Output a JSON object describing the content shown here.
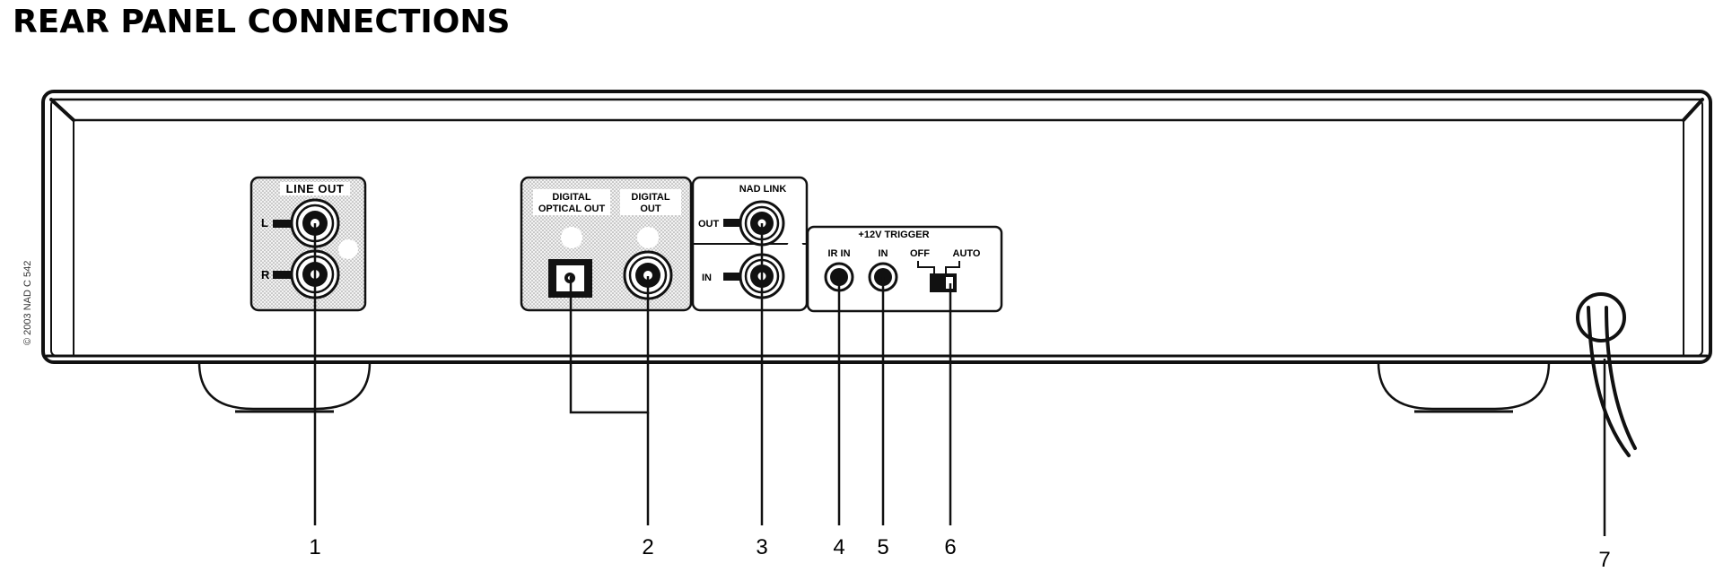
{
  "title": "REAR PANEL CONNECTIONS",
  "copyright": "© 2003 NAD C 542",
  "panels": {
    "line_out": {
      "label": "LINE OUT",
      "left": "L",
      "right": "R"
    },
    "digital": {
      "optical_label_1": "DIGITAL",
      "optical_label_2": "OPTICAL OUT",
      "coax_label_1": "DIGITAL",
      "coax_label_2": "OUT"
    },
    "nad_link": {
      "label": "NAD LINK",
      "out": "OUT",
      "in": "IN"
    },
    "trigger": {
      "label": "+12V TRIGGER",
      "ir_in": "IR IN",
      "in": "IN",
      "off": "OFF",
      "auto": "AUTO"
    }
  },
  "callouts": [
    "1",
    "2",
    "3",
    "4",
    "5",
    "6",
    "7"
  ],
  "colors": {
    "ink": "#111111",
    "panel_fill": "#e6e6e6"
  }
}
